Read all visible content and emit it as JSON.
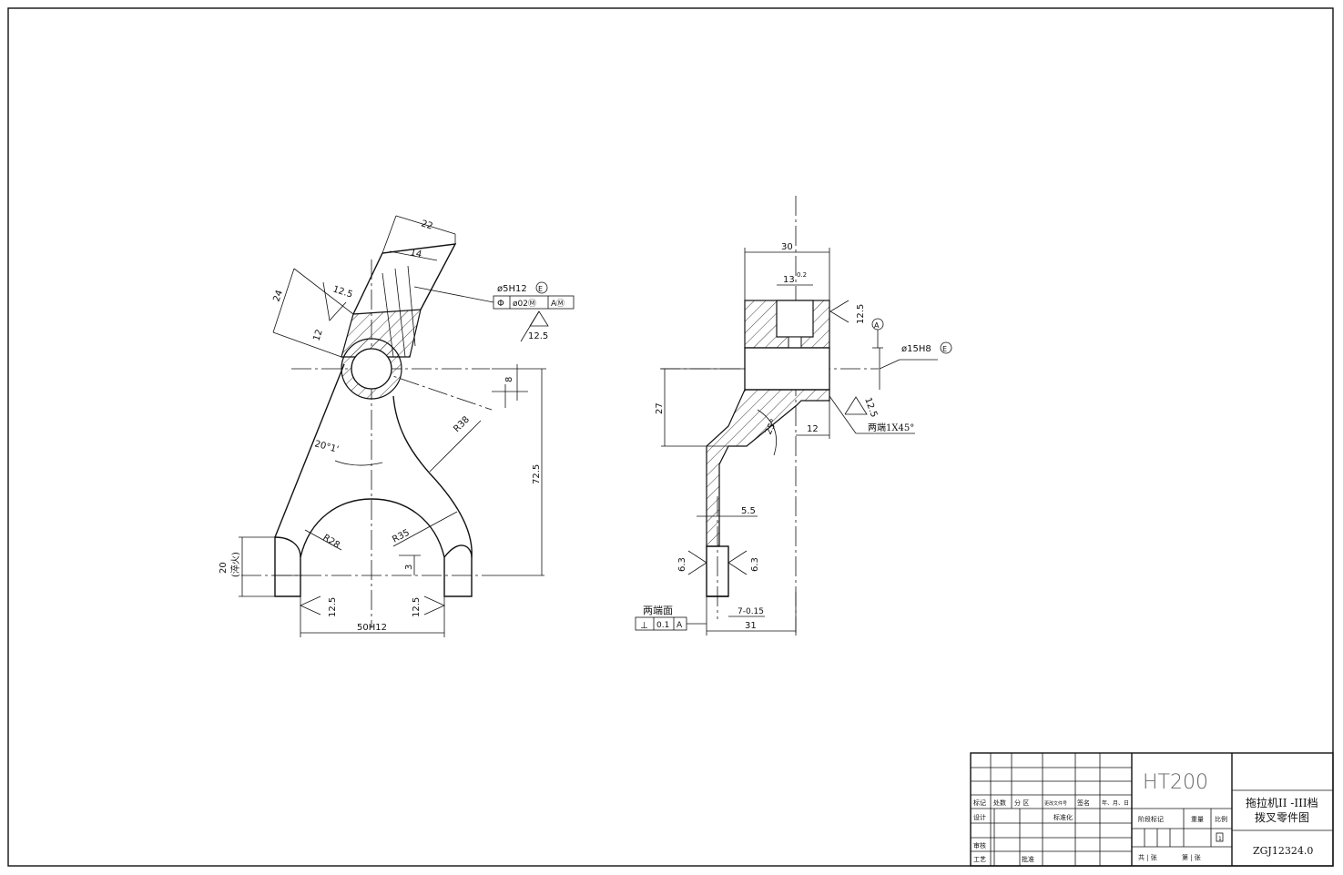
{
  "front_view": {
    "dims": {
      "d22": "22",
      "d14": "14",
      "d24": "24",
      "d12": "12",
      "d8": "8",
      "d72_5": "72.5",
      "d20": "20",
      "quench": "(淬火)",
      "d3": "3",
      "w50": "50H12",
      "r38": "R38",
      "r28": "R28",
      "r35": "R35",
      "ang20": "20°1'",
      "rough_top": "12.5",
      "rough_left": "12.5",
      "rough_right": "12.5"
    },
    "hole_callout": {
      "spec": "ø5H12",
      "mark": "E",
      "frame_sym": "Φ",
      "frame_tol": "ø02Ⓜ",
      "frame_ref": "AⓂ",
      "rough": "12.5"
    }
  },
  "side_view": {
    "dims": {
      "d30": "30",
      "d13": "13",
      "d02": "0.2",
      "d27": "27",
      "d12": "12",
      "ang25": "25°",
      "d5_5": "5.5",
      "d7": "7-0.15",
      "d31": "31",
      "r6_3a": "6.3",
      "r6_3b": "6.3",
      "rough_top": "12.5",
      "rough_bot": "12.5"
    },
    "datum_a": "A",
    "bore": {
      "spec": "ø15H8",
      "mark": "E"
    },
    "chamfer": "两端1X45°",
    "ends_label": "两端面",
    "perp_frame": {
      "sym": "⊥",
      "tol": "0.1",
      "ref": "A"
    }
  },
  "title_block": {
    "material": "HT200",
    "title_line1": "拖拉机II -III档",
    "title_line2": "拨叉零件图",
    "drawing_no": "ZGJ12324.0",
    "row_headers": [
      "标记",
      "处数",
      "分 区",
      "更改文件号",
      "签名",
      "年、月、日"
    ],
    "design": "设计",
    "standard": "标准化",
    "review": "审核",
    "process": "工艺",
    "approve": "批准",
    "stage": "阶段标记",
    "weight": "重量",
    "scale": "比例",
    "scale_val": "1",
    "sheets": "共 | 张",
    "sheet_no": "第 | 张"
  }
}
